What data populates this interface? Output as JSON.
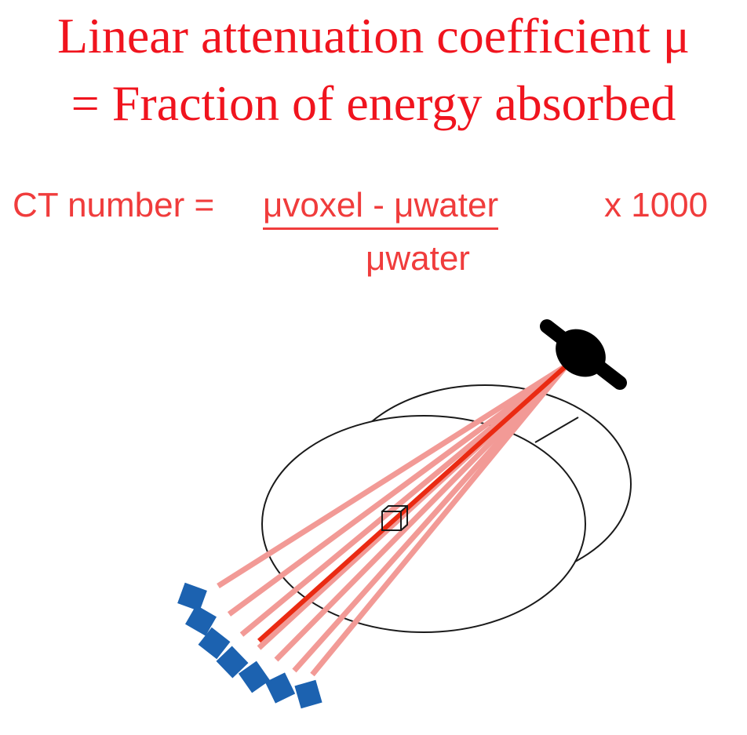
{
  "colors": {
    "title": "#f0141e",
    "formula": "#f03c3c",
    "beam_light": "#f29a96",
    "beam_central": "#ea2a12",
    "detector": "#1c62b0",
    "tube": "#000000",
    "outline": "#1a1a1a"
  },
  "title": {
    "line1": "Linear attenuation coefficient μ",
    "line2": "= Fraction of energy absorbed"
  },
  "formula": {
    "lhs": "CT number =",
    "numerator": "μvoxel  - μwater",
    "multiplier": "x 1000",
    "denominator": "μwater"
  },
  "diagram": {
    "icons": [
      "x-ray-tube-icon",
      "patient-cylinder-icon",
      "voxel-cube-icon",
      "detector-array-icon"
    ],
    "beam_count": 7,
    "detector_count": 7
  }
}
